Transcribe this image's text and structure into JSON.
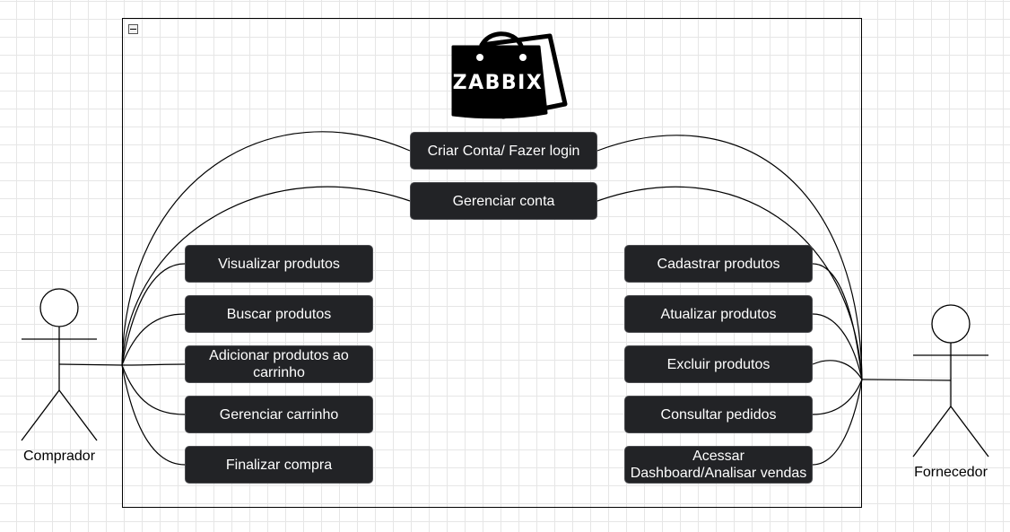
{
  "logo": {
    "text": "ZABBIX"
  },
  "colors": {
    "usecase_fill": "#222326",
    "usecase_text": "#ffffff",
    "line": "#000000"
  },
  "actors": {
    "buyer": {
      "label": "Comprador"
    },
    "supplier": {
      "label": "Fornecedor"
    }
  },
  "usecases": {
    "shared": [
      {
        "id": "criar-conta",
        "label": "Criar Conta/ Fazer login"
      },
      {
        "id": "gerenciar-conta",
        "label": "Gerenciar conta"
      }
    ],
    "buyer": [
      {
        "id": "visualizar-produtos",
        "label": "Visualizar produtos"
      },
      {
        "id": "buscar-produtos",
        "label": "Buscar produtos"
      },
      {
        "id": "adicionar-carrinho",
        "label": "Adicionar produtos ao carrinho"
      },
      {
        "id": "gerenciar-carrinho",
        "label": "Gerenciar carrinho"
      },
      {
        "id": "finalizar-compra",
        "label": "Finalizar compra"
      }
    ],
    "supplier": [
      {
        "id": "cadastrar-produtos",
        "label": "Cadastrar produtos"
      },
      {
        "id": "atualizar-produtos",
        "label": "Atualizar produtos"
      },
      {
        "id": "excluir-produtos",
        "label": "Excluir produtos"
      },
      {
        "id": "consultar-pedidos",
        "label": "Consultar pedidos"
      },
      {
        "id": "acessar-dashboard",
        "label": "Acessar Dashboard/Analisar vendas"
      }
    ]
  }
}
